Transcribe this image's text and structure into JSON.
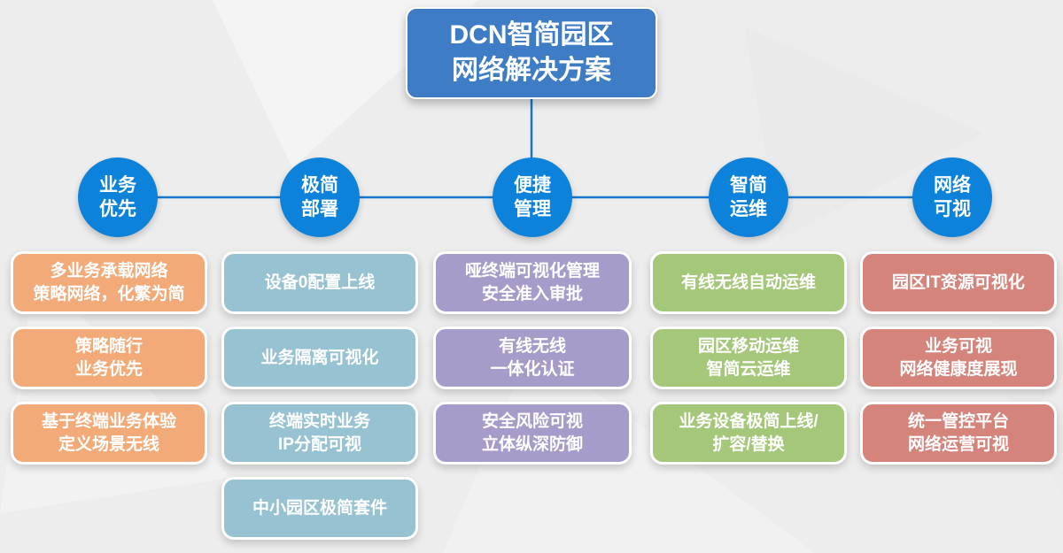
{
  "title": {
    "line1": "DCN智简园区",
    "line2": "网络解决方案"
  },
  "colors": {
    "background": "#ededed",
    "line": "#1578cd",
    "title_bg": "#3e7cc5",
    "circle_bg": "#0c82da",
    "col1": "#f2aa78",
    "col2": "#96c2d2",
    "col3": "#a69cca",
    "col4": "#a4c77a",
    "col5": "#d5847c"
  },
  "columns": [
    {
      "circle": {
        "line1": "业务",
        "line2": "优先"
      },
      "cards": [
        {
          "line1": "多业务承载网络",
          "line2": "策略网络，化繁为简"
        },
        {
          "line1": "策略随行",
          "line2": "业务优先"
        },
        {
          "line1": "基于终端业务体验",
          "line2": "定义场景无线"
        }
      ]
    },
    {
      "circle": {
        "line1": "极简",
        "line2": "部署"
      },
      "cards": [
        {
          "line1": "设备0配置上线"
        },
        {
          "line1": "业务隔离可视化"
        },
        {
          "line1": "终端实时业务",
          "line2": "IP分配可视"
        },
        {
          "line1": "中小园区极简套件"
        }
      ]
    },
    {
      "circle": {
        "line1": "便捷",
        "line2": "管理"
      },
      "cards": [
        {
          "line1": "哑终端可视化管理",
          "line2": "安全准入审批"
        },
        {
          "line1": "有线无线",
          "line2": "一体化认证"
        },
        {
          "line1": "安全风险可视",
          "line2": "立体纵深防御"
        }
      ]
    },
    {
      "circle": {
        "line1": "智简",
        "line2": "运维"
      },
      "cards": [
        {
          "line1": "有线无线自动运维"
        },
        {
          "line1": "园区移动运维",
          "line2": "智简云运维"
        },
        {
          "line1": "业务设备极简上线/",
          "line2": "扩容/替换"
        }
      ]
    },
    {
      "circle": {
        "line1": "网络",
        "line2": "可视"
      },
      "cards": [
        {
          "line1": "园区IT资源可视化"
        },
        {
          "line1": "业务可视",
          "line2": "网络健康度展现"
        },
        {
          "line1": "统一管控平台",
          "line2": "网络运营可视"
        }
      ]
    }
  ]
}
